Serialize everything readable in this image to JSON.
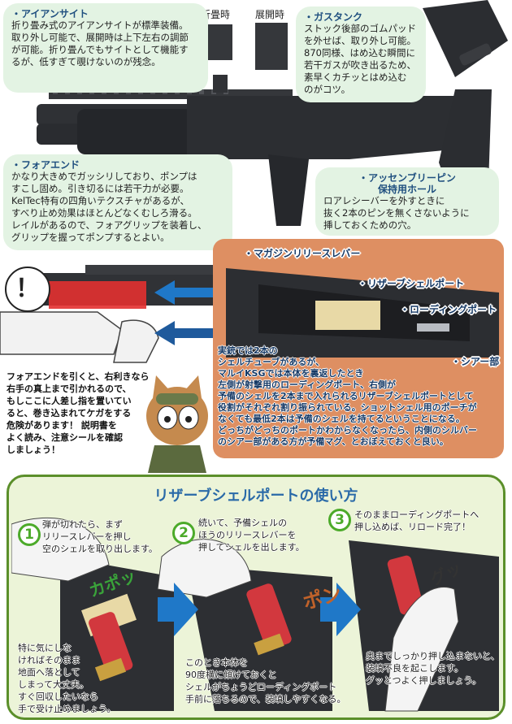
{
  "iron_sight": {
    "title": "・アイアンサイト",
    "text": "折り畳み式のアイアンサイトが標準装備。\n取り外し可能で、展開時は上下左右の調節\nが可能。折り畳んでもサイトとして機能す\nるが、低すぎて覗けないのが残念。"
  },
  "sight_labels": {
    "folded": "折畳時",
    "deployed": "展開時"
  },
  "gas_tank": {
    "title": "・ガスタンク",
    "text": "ストック後部のゴムパッド\nを外せば、取り外し可能。\n870同様、はめ込む瞬間に\n若干ガスが吹き出るため、\n素早くカチッとはめ込む\nのがコツ。"
  },
  "fore_end": {
    "title": "・フォアエンド",
    "text": "かなり大きめでガッシリしており、ポンプは\nすこし固め。引き切るには若干力が必要。\nKelTec特有の四角いテクスチャがあるが、\nすべり止め効果はほとんどなくむしろ滑る。\nレイルがあるので、フォアグリップを装着し、\nグリップを握ってポンプするとよい。"
  },
  "assembly_pin": {
    "title": "・アッセンブリーピン\n保持用ホール",
    "text": "ロアレシーバーを外すときに\n抜く2本のピンを無くさないように\n挿しておくための穴。"
  },
  "receiver_labels": {
    "mag_release": "・マガジンリリースレバー",
    "reserve_port": "・リザーブシェルポート",
    "loading_port": "・ローディングポート",
    "sear": "・シアー部"
  },
  "receiver_note": "実銃では2本の\nシェルチューブがあるが、\nマルイKSGでは本体を裏返したとき\n左側が射撃用のローディングポート、右側が\n予備のシェルを2本まで入れられるリザーブシェルポートとして\n役割がそれぞれ割り振られている。ショットシェル用のポーチが\nなくても最低2本は予備のシェルを持てるということになる。\nどっちがどっちのポートかわからなくなったら、内側のシルバー\nのシアー部がある方が予備マグ、とおぼえておくと良い。",
  "exclaim": "！",
  "warning": "フォアエンドを引くと、右利きなら\n右手の真上まで引かれるので、\nもしここに人差し指を置いてい\nると、巻き込まれてケガをする\n危険があります！ 説明書を\nよく読み、注意シールを確認\nしましょう！",
  "section": {
    "title": "リザーブシェルポートの使い方",
    "steps": [
      {
        "num": "1",
        "text": "弾が切れたら、まず\nリリースレバーを押し\n空のシェルを取り出します。"
      },
      {
        "num": "2",
        "text": "続いて、予備シェルの\nほうのリリースレバーを\n押してシェルを出します。"
      },
      {
        "num": "3",
        "text": "そのままローディングポートへ\n押し込めば、リロード完了！"
      }
    ],
    "sfx": [
      "カポッ",
      "ポン",
      "グッ"
    ],
    "notes": {
      "drop": "特に気にしな\nければそのまま\n地面へ落として\nしまって大丈夫。\nすぐ回収したいなら\n手で受け止めましょう。",
      "tilt": "このとき本体を\n90度横に傾けておくと\nシェルがちょうどローディングポート\n手前に落ちるので、装填しやすくなる。",
      "push": "奥までしっかり押し込まないと、\n装填不良を起こします。\nグッとつよく押しましょう。"
    }
  },
  "colors": {
    "bubble": "#e3f3e3",
    "receiver_panel": "#de8f62",
    "section_border": "#5b8f2a",
    "arrow_blue": "#1f78c8",
    "warn_red": "#e02020"
  }
}
